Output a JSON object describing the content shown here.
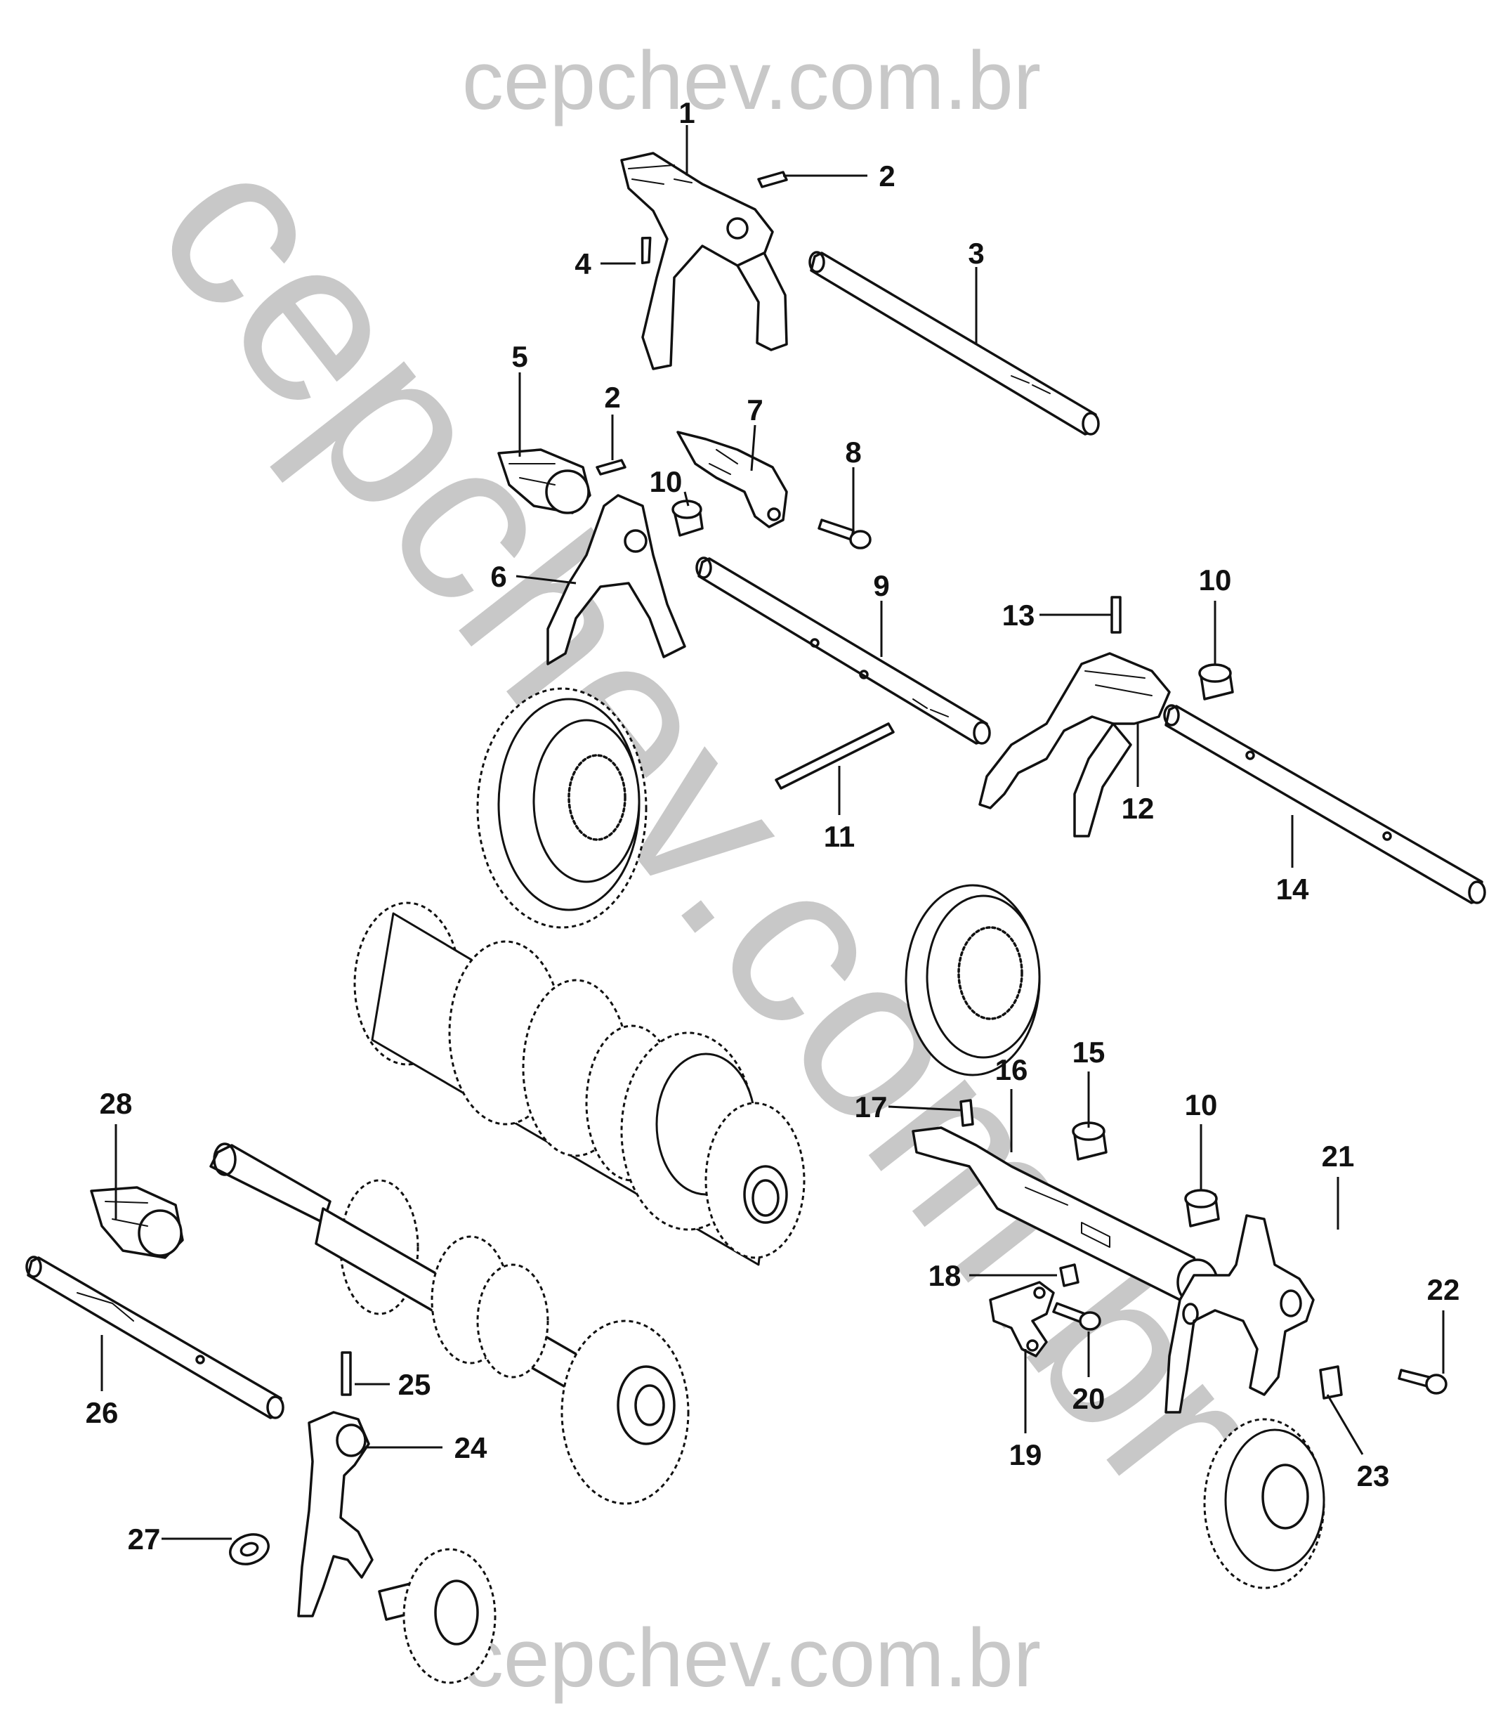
{
  "watermark": {
    "top": "cepchev.com.br",
    "bottom": "cepchev.com.br",
    "diagonal": "cepchev.com.br",
    "color": "#c8c8c8"
  },
  "callouts": [
    "1",
    "2",
    "3",
    "4",
    "5",
    "2",
    "7",
    "8",
    "10",
    "6",
    "9",
    "13",
    "10",
    "11",
    "12",
    "14",
    "15",
    "16",
    "10",
    "17",
    "28",
    "18",
    "21",
    "22",
    "26",
    "25",
    "20",
    "19",
    "23",
    "24",
    "27"
  ],
  "colors": {
    "ink": "#111111",
    "background": "#ffffff"
  }
}
